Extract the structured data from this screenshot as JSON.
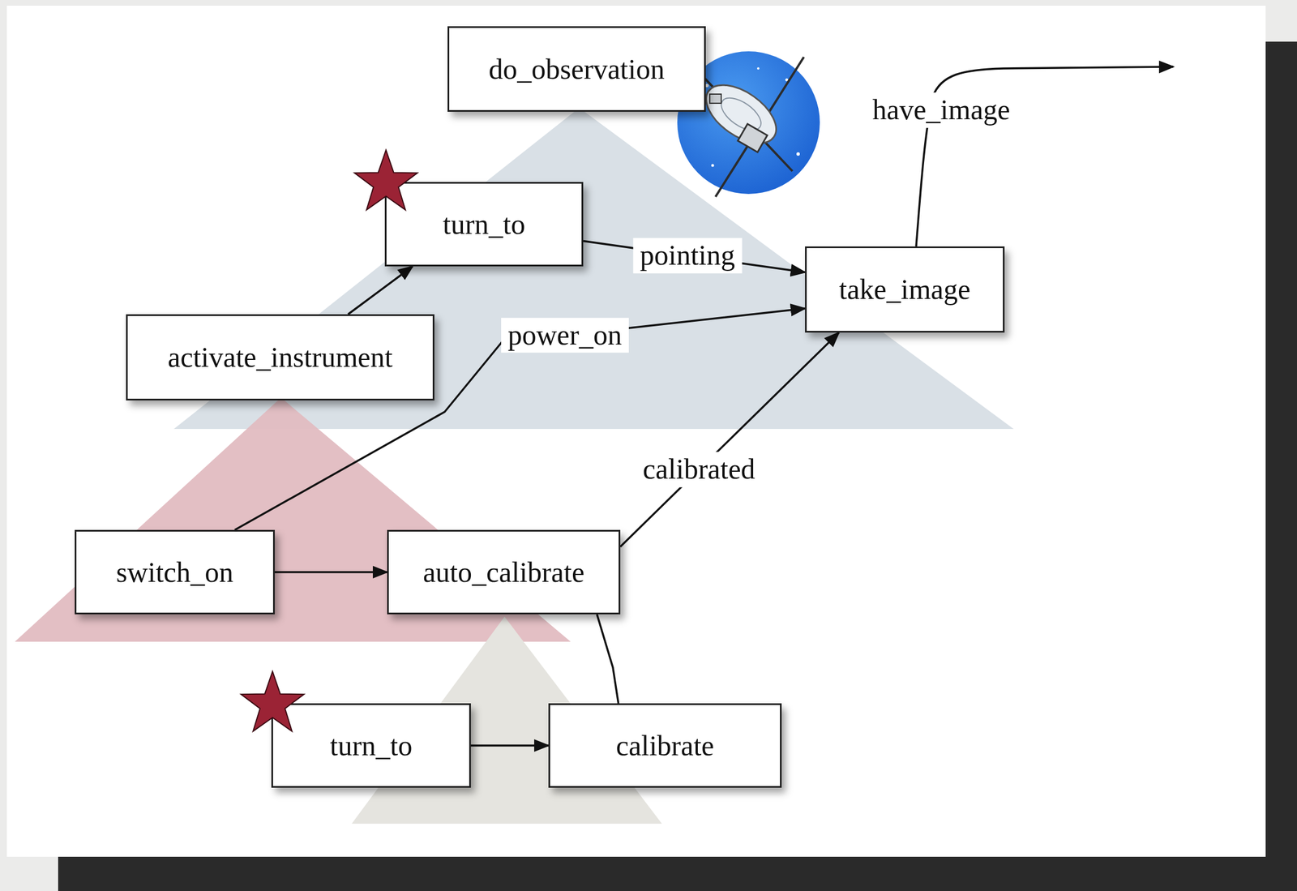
{
  "diagram": {
    "nodes": [
      {
        "text": [
          "do_observation"
        ]
      },
      {
        "text": [
          "turn_to"
        ]
      },
      {
        "text": [
          "take_image"
        ]
      },
      {
        "text": [
          "activate_instrument"
        ]
      },
      {
        "text": [
          "switch_on"
        ]
      },
      {
        "text": [
          "auto_calibrate"
        ]
      },
      {
        "text": [
          "turn_to"
        ]
      },
      {
        "text": [
          "calibrate"
        ]
      }
    ],
    "edges": [
      {
        "from": 3,
        "to": 1,
        "arrow": "to"
      },
      {
        "from": 1,
        "to": 2,
        "label": "pointing",
        "arrow": "to"
      },
      {
        "from": 4,
        "to": 2,
        "label": "power_on",
        "arrow": "to"
      },
      {
        "from": 4,
        "to": 5,
        "arrow": "to"
      },
      {
        "from": 5,
        "to": 2,
        "label": "calibrated",
        "arrow": "to"
      },
      {
        "from": 7,
        "to": 5,
        "arrow": "none"
      },
      {
        "from": 6,
        "to": 7,
        "arrow": "to"
      }
    ],
    "labels": [
      "have_image"
    ]
  }
}
